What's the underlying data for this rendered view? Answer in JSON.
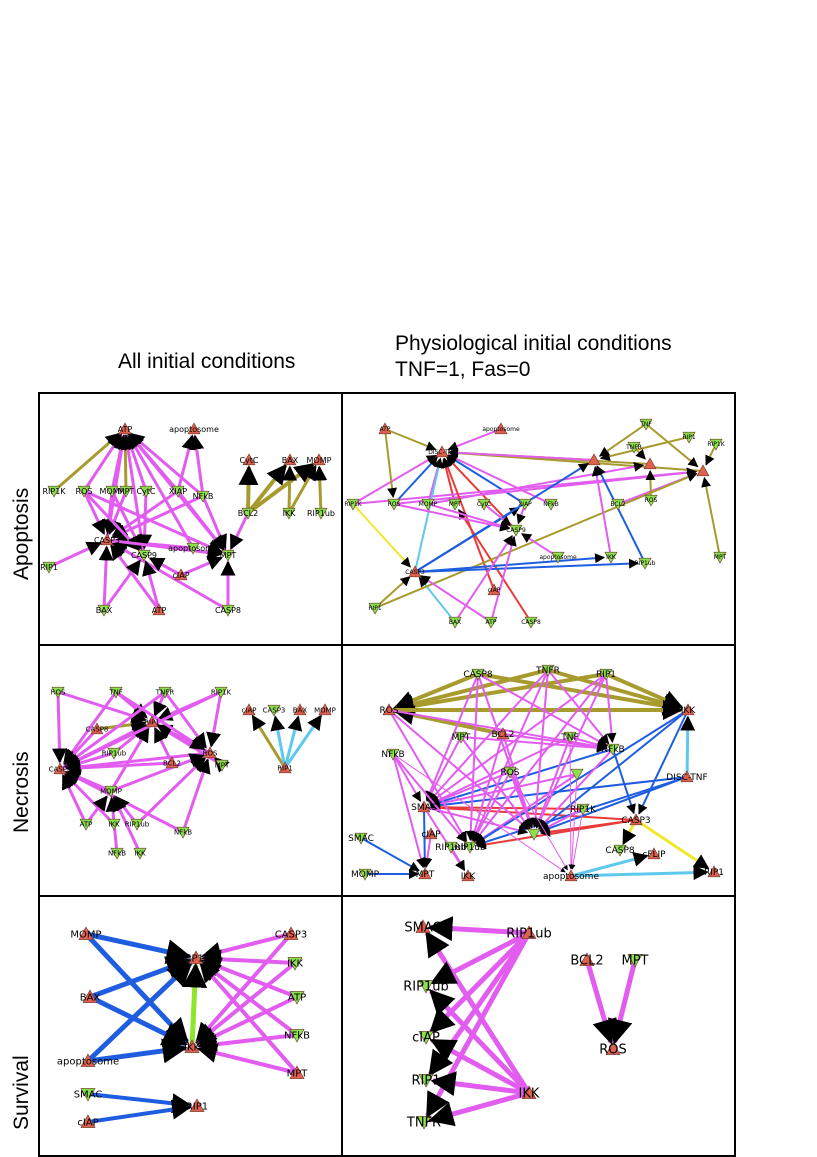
{
  "headers": {
    "left": "All initial conditions",
    "right_line1": "Physiological initial conditions",
    "right_line2": "TNF=1, Fas=0"
  },
  "rows": [
    "Apoptosis",
    "Necrosis",
    "Survival"
  ],
  "colors": {
    "magenta": "#e25cf0",
    "olive": "#a79b2e",
    "blue": "#1f5de0",
    "light_blue": "#5ec8ee",
    "red": "#e83a3a",
    "yellow": "#f1e82e",
    "lime": "#8ee62a",
    "node_up": "#e06050",
    "node_down": "#8be04e"
  },
  "panels": [
    {
      "id": "apoptosis-all",
      "nodes": [
        {
          "id": "ATP",
          "label": "ATP",
          "shape": "up"
        },
        {
          "id": "apoptosome",
          "label": "apoptosome",
          "shape": "up"
        },
        {
          "id": "CytC",
          "label": "CytC",
          "shape": "up"
        },
        {
          "id": "BAX",
          "label": "BAX",
          "shape": "up"
        },
        {
          "id": "MOMP",
          "label": "MOMP",
          "shape": "up"
        },
        {
          "id": "RIP1K",
          "label": "RIP1K",
          "shape": "down"
        },
        {
          "id": "ROS",
          "label": "ROS",
          "shape": "down"
        },
        {
          "id": "MOMPb",
          "label": "MOMP",
          "shape": "down"
        },
        {
          "id": "MPT",
          "label": "MPT",
          "shape": "down"
        },
        {
          "id": "CytCb",
          "label": "CytC",
          "shape": "down"
        },
        {
          "id": "XIAP",
          "label": "XIAP",
          "shape": "down"
        },
        {
          "id": "NFkB",
          "label": "NFkB",
          "shape": "down"
        },
        {
          "id": "BCL2",
          "label": "BCL2",
          "shape": "down"
        },
        {
          "id": "IKK",
          "label": "IKK",
          "shape": "down"
        },
        {
          "id": "RIP1ub",
          "label": "RIP1ub",
          "shape": "down"
        },
        {
          "id": "CASP3",
          "label": "CASP3",
          "shape": "up"
        },
        {
          "id": "CASP9",
          "label": "CASP9",
          "shape": "down"
        },
        {
          "id": "apoptosomeb",
          "label": "apoptosome",
          "shape": "down"
        },
        {
          "id": "MPTb",
          "label": "MPT",
          "shape": "down"
        },
        {
          "id": "RIP1",
          "label": "RIP1",
          "shape": "down"
        },
        {
          "id": "cIAP",
          "label": "cIAP",
          "shape": "up"
        },
        {
          "id": "BAXb",
          "label": "BAX",
          "shape": "down"
        },
        {
          "id": "ATPb",
          "label": "ATP",
          "shape": "up"
        },
        {
          "id": "CASP8",
          "label": "CASP8",
          "shape": "down"
        }
      ]
    },
    {
      "id": "apoptosis-phys",
      "nodes": [
        {
          "id": "ATP",
          "label": "ATP",
          "shape": "up"
        },
        {
          "id": "DISCTNF",
          "label": "DISC-TNF",
          "shape": "up"
        },
        {
          "id": "apoptosome",
          "label": "apoptosome",
          "shape": "up"
        },
        {
          "id": "TNF",
          "label": "TNF",
          "shape": "down"
        },
        {
          "id": "RIP1",
          "label": "RIP1",
          "shape": "down"
        },
        {
          "id": "RIP1K",
          "label": "RIP1K",
          "shape": "down"
        },
        {
          "id": "TNFR",
          "label": "TNFR",
          "shape": "down"
        },
        {
          "id": "n1",
          "label": "",
          "shape": "up"
        },
        {
          "id": "n2",
          "label": "",
          "shape": "up"
        },
        {
          "id": "n3",
          "label": "",
          "shape": "up"
        },
        {
          "id": "RIP1K2",
          "label": "RIP1K",
          "shape": "down"
        },
        {
          "id": "ROS",
          "label": "ROS",
          "shape": "down"
        },
        {
          "id": "MOMP",
          "label": "MOMP",
          "shape": "down"
        },
        {
          "id": "MPT",
          "label": "MPT",
          "shape": "down"
        },
        {
          "id": "CytC",
          "label": "CytC",
          "shape": "down"
        },
        {
          "id": "XIAP",
          "label": "XIAP",
          "shape": "down"
        },
        {
          "id": "NFkB",
          "label": "NFkB",
          "shape": "down"
        },
        {
          "id": "BCL2",
          "label": "BCL2",
          "shape": "down"
        },
        {
          "id": "CASP9",
          "label": "CASP9",
          "shape": "down"
        },
        {
          "id": "apoptosomeb",
          "label": "apoptosome",
          "shape": "down"
        },
        {
          "id": "IKK",
          "label": "IKK",
          "shape": "down"
        },
        {
          "id": "RIP1ub",
          "label": "RIP1ub",
          "shape": "down"
        },
        {
          "id": "ROSb",
          "label": "ROS",
          "shape": "down"
        },
        {
          "id": "MPTb",
          "label": "MPT",
          "shape": "down"
        },
        {
          "id": "CASP3",
          "label": "CASP3",
          "shape": "up"
        },
        {
          "id": "cIAP",
          "label": "cIAP",
          "shape": "up"
        },
        {
          "id": "RIP1b",
          "label": "RIP1",
          "shape": "down"
        },
        {
          "id": "BAX",
          "label": "BAX",
          "shape": "down"
        },
        {
          "id": "ATPb",
          "label": "ATP",
          "shape": "down"
        },
        {
          "id": "CASP8",
          "label": "CASP8",
          "shape": "down"
        }
      ]
    },
    {
      "id": "necrosis-all",
      "nodes": [
        {
          "id": "ROS",
          "label": "ROS",
          "shape": "down"
        },
        {
          "id": "TNF",
          "label": "TNF",
          "shape": "down"
        },
        {
          "id": "TNFR",
          "label": "TNFR",
          "shape": "down"
        },
        {
          "id": "RIP1K",
          "label": "RIP1K",
          "shape": "down"
        },
        {
          "id": "CASP8",
          "label": "CASP8",
          "shape": "up"
        },
        {
          "id": "RIP1",
          "label": "RIP1",
          "shape": "up"
        },
        {
          "id": "RIP1ub",
          "label": "RIP1ub",
          "shape": "down"
        },
        {
          "id": "BCL2",
          "label": "BCL2",
          "shape": "up"
        },
        {
          "id": "ROSb",
          "label": "ROS",
          "shape": "up"
        },
        {
          "id": "CASP3",
          "label": "CASP3",
          "shape": "up"
        },
        {
          "id": "MPT",
          "label": "MPT",
          "shape": "down"
        },
        {
          "id": "MOMP",
          "label": "MOMP",
          "shape": "down"
        },
        {
          "id": "ATP",
          "label": "ATP",
          "shape": "down"
        },
        {
          "id": "IKK",
          "label": "IKK",
          "shape": "down"
        },
        {
          "id": "RIP1ub2",
          "label": "RIP1ub",
          "shape": "down"
        },
        {
          "id": "NFkB",
          "label": "NFkB",
          "shape": "down"
        },
        {
          "id": "NFkB2",
          "label": "NFkB",
          "shape": "down"
        },
        {
          "id": "IKK2",
          "label": "IKK",
          "shape": "down"
        },
        {
          "id": "cIAP",
          "label": "cIAP",
          "shape": "up"
        },
        {
          "id": "CASP3b",
          "label": "CASP3",
          "shape": "down"
        },
        {
          "id": "BAX",
          "label": "BAX",
          "shape": "up"
        },
        {
          "id": "MOMPb",
          "label": "MOMP",
          "shape": "up"
        },
        {
          "id": "RIP1b",
          "label": "RIP1",
          "shape": "up"
        }
      ]
    },
    {
      "id": "necrosis-phys",
      "nodes": [
        {
          "id": "CASP8",
          "label": "CASP8",
          "shape": "down"
        },
        {
          "id": "TNFR",
          "label": "TNFR",
          "shape": "down"
        },
        {
          "id": "RIP1",
          "label": "RIP1",
          "shape": "down"
        },
        {
          "id": "ROS",
          "label": "ROS",
          "shape": "up"
        },
        {
          "id": "IKK",
          "label": "IKK",
          "shape": "up"
        },
        {
          "id": "BCL2",
          "label": "BCL2",
          "shape": "up"
        },
        {
          "id": "TNF",
          "label": "TNF",
          "shape": "down"
        },
        {
          "id": "MPT",
          "label": "MPT",
          "shape": "down"
        },
        {
          "id": "NFkB",
          "label": "NFkB",
          "shape": "down"
        },
        {
          "id": "NFkB2",
          "label": "NFkB",
          "shape": "down"
        },
        {
          "id": "ROS2",
          "label": "ROS",
          "shape": "down"
        },
        {
          "id": "hub",
          "label": "",
          "shape": "down"
        },
        {
          "id": "DISCTNF",
          "label": "DISC-TNF",
          "shape": "up"
        },
        {
          "id": "SMAC",
          "label": "SMAC",
          "shape": "up"
        },
        {
          "id": "RIP1K",
          "label": "RIP1K",
          "shape": "down"
        },
        {
          "id": "CASP3",
          "label": "CASP3",
          "shape": "up"
        },
        {
          "id": "SMACb",
          "label": "SMAC",
          "shape": "down"
        },
        {
          "id": "cIAP",
          "label": "cIAP",
          "shape": "up"
        },
        {
          "id": "RIP1ub",
          "label": "RIP1ub",
          "shape": "down"
        },
        {
          "id": "RIP1ub2",
          "label": "RIP1ub",
          "shape": "down"
        },
        {
          "id": "hub2",
          "label": "",
          "shape": "down"
        },
        {
          "id": "CASP8b",
          "label": "CASP8",
          "shape": "down"
        },
        {
          "id": "cFLIP",
          "label": "cFLIP",
          "shape": "up"
        },
        {
          "id": "MOMP",
          "label": "MOMP",
          "shape": "down"
        },
        {
          "id": "MPTb",
          "label": "MPT",
          "shape": "up"
        },
        {
          "id": "IKKb",
          "label": "IKK",
          "shape": "up"
        },
        {
          "id": "apoptosome",
          "label": "apoptosome",
          "shape": "up"
        },
        {
          "id": "RIP1b",
          "label": "RIP1",
          "shape": "up"
        }
      ]
    },
    {
      "id": "survival-all",
      "nodes": [
        {
          "id": "MOMP",
          "label": "MOMP",
          "shape": "up"
        },
        {
          "id": "BAX",
          "label": "BAX",
          "shape": "up"
        },
        {
          "id": "apoptosome",
          "label": "apoptosome",
          "shape": "up"
        },
        {
          "id": "RIP1K",
          "label": "RIP1K",
          "shape": "up"
        },
        {
          "id": "IKK",
          "label": "IKK",
          "shape": "up"
        },
        {
          "id": "CASP3",
          "label": "CASP3",
          "shape": "up"
        },
        {
          "id": "IKKb",
          "label": "IKK",
          "shape": "down"
        },
        {
          "id": "ATP",
          "label": "ATP",
          "shape": "down"
        },
        {
          "id": "NFkB",
          "label": "NFkB",
          "shape": "down"
        },
        {
          "id": "MPT",
          "label": "MPT",
          "shape": "up"
        },
        {
          "id": "SMAC",
          "label": "SMAC",
          "shape": "down"
        },
        {
          "id": "cIAP",
          "label": "cIAP",
          "shape": "up"
        },
        {
          "id": "RIP1",
          "label": "RIP1",
          "shape": "up"
        }
      ]
    },
    {
      "id": "survival-phys",
      "nodes": [
        {
          "id": "SMAC",
          "label": "SMAC",
          "shape": "up"
        },
        {
          "id": "RIP1ub",
          "label": "RIP1ub",
          "shape": "up"
        },
        {
          "id": "RIP1ubb",
          "label": "RIP1ub",
          "shape": "down"
        },
        {
          "id": "cIAP",
          "label": "cIAP",
          "shape": "down"
        },
        {
          "id": "RIP1",
          "label": "RIP1",
          "shape": "down"
        },
        {
          "id": "IKK",
          "label": "IKK",
          "shape": "up"
        },
        {
          "id": "TNFR",
          "label": "TNFR",
          "shape": "down"
        },
        {
          "id": "BCL2",
          "label": "BCL2",
          "shape": "up"
        },
        {
          "id": "MPT",
          "label": "MPT",
          "shape": "down"
        },
        {
          "id": "ROS",
          "label": "ROS",
          "shape": "up"
        }
      ]
    }
  ]
}
